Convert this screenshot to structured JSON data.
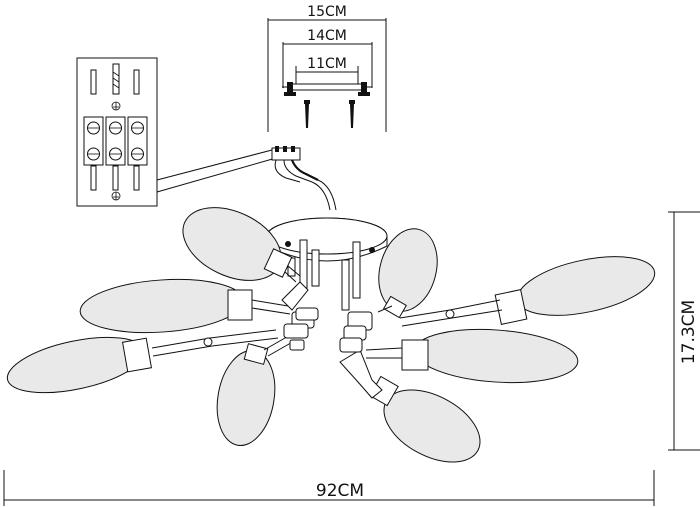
{
  "dimensions": {
    "mount_outer": "15CM",
    "mount_middle": "14CM",
    "mount_inner": "11CM",
    "height": "17.3CM",
    "width": "92CM"
  },
  "colors": {
    "line": "#111111",
    "background": "#ffffff",
    "shade": "#e9e9e9"
  },
  "icons": {
    "ground": "ground-symbol-icon",
    "screw": "screw-icon"
  }
}
